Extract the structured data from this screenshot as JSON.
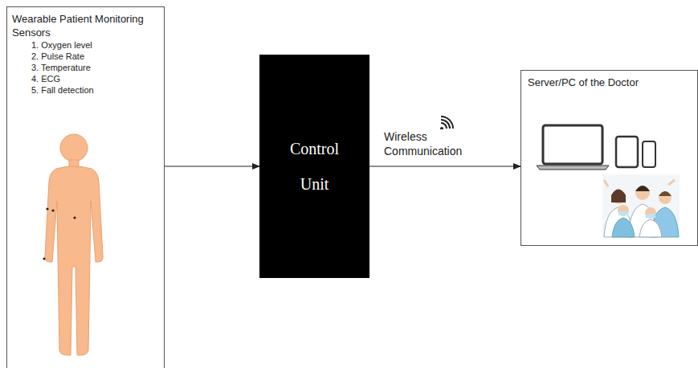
{
  "diagram": {
    "nodes": [
      {
        "text": [
          "Wearable Patient Monitoring Sensors",
          "1. Oxygen level",
          "2. Pulse Rate",
          "3. Temperature",
          "4. ECG",
          "5. Fall detection"
        ]
      },
      {
        "text": [
          "Control Unit"
        ]
      },
      {
        "text": [
          "Server/PC of the Doctor"
        ]
      }
    ],
    "edges": [
      {
        "from": 0,
        "to": 1,
        "arrow": "to"
      },
      {
        "from": 1,
        "to": 2,
        "label": "Wireless Communication",
        "arrow": "to"
      }
    ]
  }
}
